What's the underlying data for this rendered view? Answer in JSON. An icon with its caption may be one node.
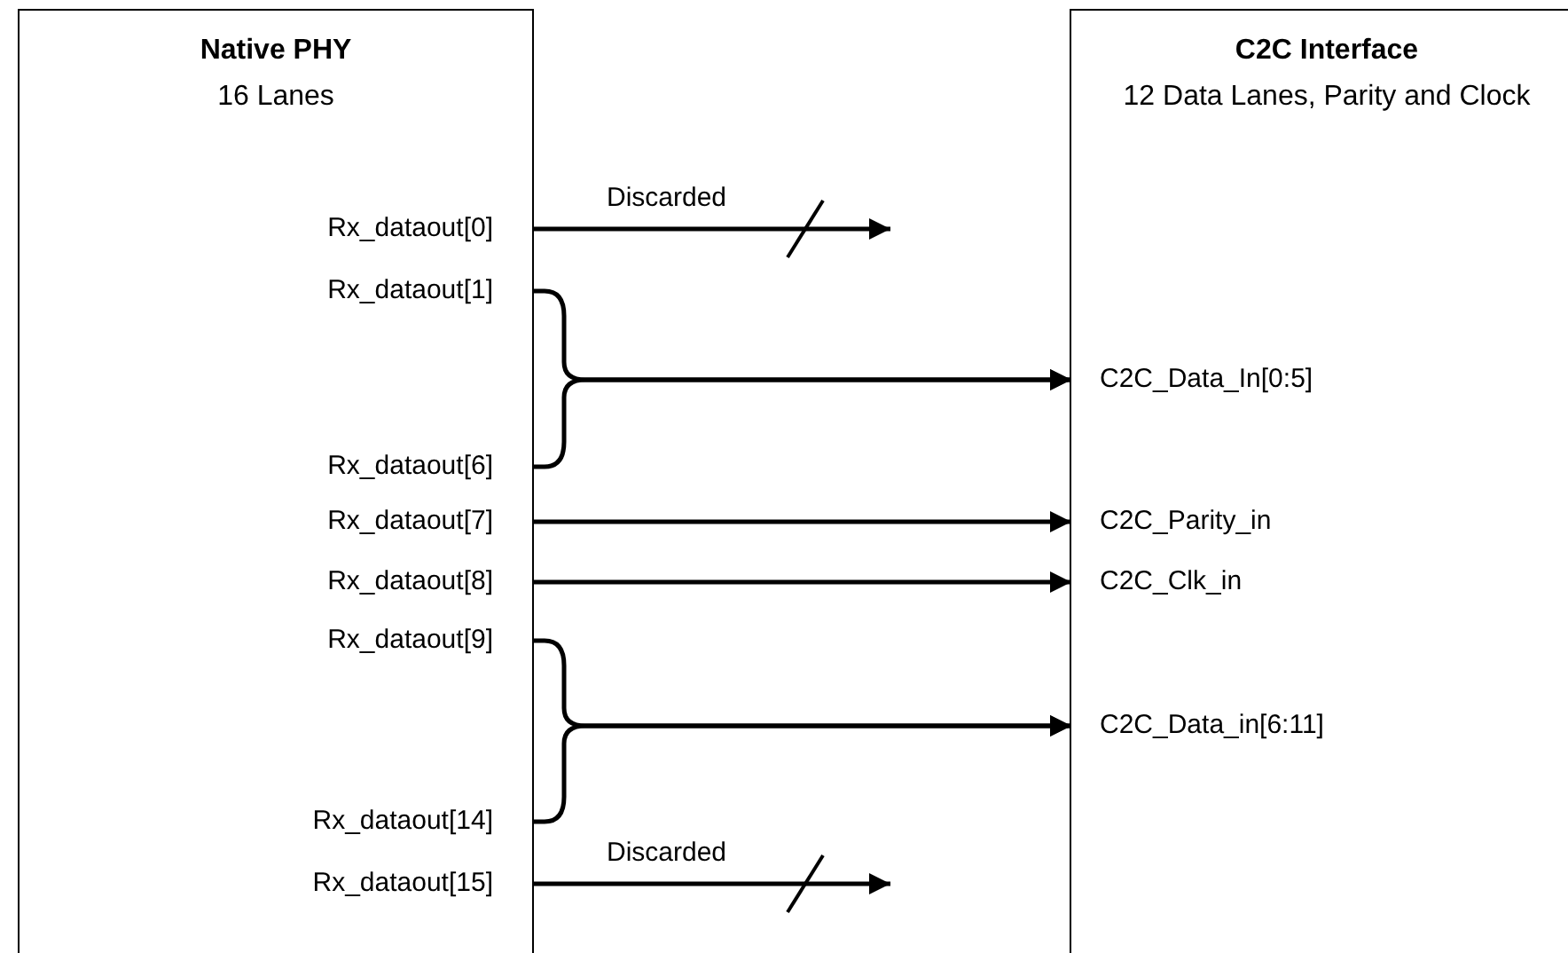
{
  "diagram": {
    "nodes": [
      {
        "text": [
          "Native PHY",
          "16 Lanes"
        ]
      },
      {
        "text": [
          "Rx_dataout[0]"
        ],
        "in": 0
      },
      {
        "text": [
          "Rx_dataout[1]"
        ],
        "in": 0
      },
      {
        "text": [
          "Rx_dataout[6]"
        ],
        "in": 0
      },
      {
        "text": [
          "Rx_dataout[7]"
        ],
        "in": 0
      },
      {
        "text": [
          "Rx_dataout[8]"
        ],
        "in": 0
      },
      {
        "text": [
          "Rx_dataout[9]"
        ],
        "in": 0
      },
      {
        "text": [
          "Rx_dataout[14]"
        ],
        "in": 0
      },
      {
        "text": [
          "Rx_dataout[15]"
        ],
        "in": 0
      },
      {
        "text": [
          "C2C Interface",
          "12 Data Lanes, Parity and Clock"
        ]
      },
      {
        "text": [
          "C2C_Data_In[0:5]"
        ],
        "in": 9
      },
      {
        "text": [
          "C2C_Parity_in"
        ],
        "in": 9
      },
      {
        "text": [
          "C2C_Clk_in"
        ],
        "in": 9
      },
      {
        "text": [
          "C2C_Data_in[6:11]"
        ],
        "in": 9
      }
    ],
    "edges": [
      {
        "from": 1,
        "to": null,
        "arrow": "to",
        "label": "Discarded"
      },
      {
        "from": 2,
        "to": 10,
        "arrow": "to"
      },
      {
        "from": 3,
        "to": 10,
        "arrow": "to"
      },
      {
        "from": 4,
        "to": 11,
        "arrow": "to"
      },
      {
        "from": 5,
        "to": 12,
        "arrow": "to"
      },
      {
        "from": 6,
        "to": 13,
        "arrow": "to"
      },
      {
        "from": 7,
        "to": 13,
        "arrow": "to"
      },
      {
        "from": 8,
        "to": null,
        "arrow": "to",
        "label": "Discarded"
      }
    ]
  }
}
